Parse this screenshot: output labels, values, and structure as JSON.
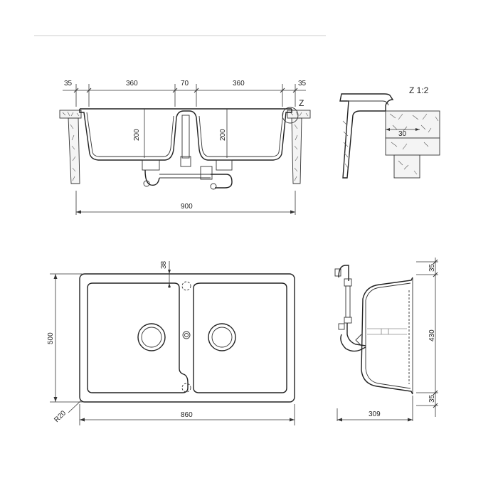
{
  "front_view": {
    "widths": [
      "35",
      "360",
      "70",
      "360",
      "35"
    ],
    "depth_left": "200",
    "depth_right": "200",
    "total_width": "900",
    "detail_marker": "Z"
  },
  "detail_view": {
    "title": "Z 1:2",
    "dimension": "30"
  },
  "top_view": {
    "height": "500",
    "offset": "38",
    "radius": "R20",
    "width": "860"
  },
  "side_view": {
    "top_offset": "35",
    "inner_height": "430",
    "bottom_offset": "35",
    "depth": "309"
  }
}
